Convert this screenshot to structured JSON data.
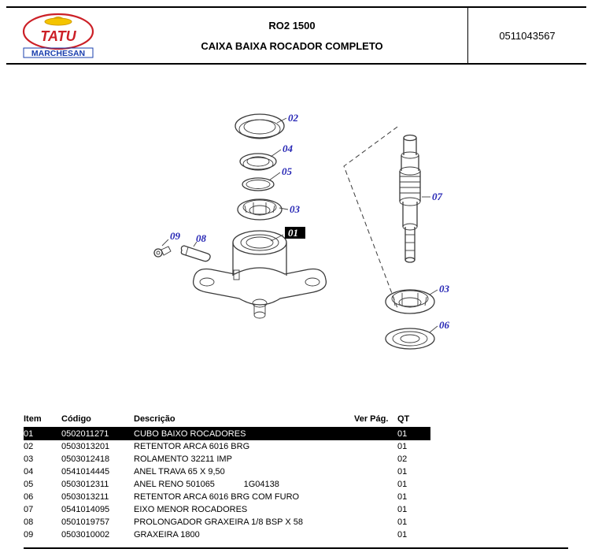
{
  "header": {
    "logo": {
      "brand": "TATU",
      "sub": "MARCHESAN"
    },
    "model": "RO2 1500",
    "title": "CAIXA BAIXA ROCADOR COMPLETO",
    "code": "0511043567"
  },
  "diagram": {
    "callouts": [
      {
        "id": "02"
      },
      {
        "id": "04"
      },
      {
        "id": "05"
      },
      {
        "id": "03"
      },
      {
        "id": "01"
      },
      {
        "id": "09"
      },
      {
        "id": "08"
      },
      {
        "id": "07"
      },
      {
        "id": "03"
      },
      {
        "id": "06"
      }
    ],
    "accent_color": "#2525b4",
    "highlight_bg": "#000000"
  },
  "table": {
    "headers": {
      "item": "Item",
      "codigo": "Código",
      "descricao": "Descrição",
      "ver_pag": "Ver Pág.",
      "qt": "QT"
    },
    "rows": [
      {
        "item": "01",
        "codigo": "0502011271",
        "descricao": "CUBO BAIXO ROCADORES",
        "ver_pag": "",
        "qt": "01"
      },
      {
        "item": "02",
        "codigo": "0503013201",
        "descricao": "RETENTOR ARCA 6016 BRG",
        "ver_pag": "",
        "qt": "01"
      },
      {
        "item": "03",
        "codigo": "0503012418",
        "descricao": "ROLAMENTO 32211 IMP",
        "ver_pag": "",
        "qt": "02"
      },
      {
        "item": "04",
        "codigo": "0541014445",
        "descricao": "ANEL TRAVA 65 X 9,50",
        "ver_pag": "",
        "qt": "01"
      },
      {
        "item": "05",
        "codigo": "0503012311",
        "descricao": "ANEL RENO 501065            1G04138",
        "ver_pag": "",
        "qt": "01"
      },
      {
        "item": "06",
        "codigo": "0503013211",
        "descricao": "RETENTOR ARCA 6016 BRG COM FURO",
        "ver_pag": "",
        "qt": "01"
      },
      {
        "item": "07",
        "codigo": "0541014095",
        "descricao": "EIXO MENOR ROCADORES",
        "ver_pag": "",
        "qt": "01"
      },
      {
        "item": "08",
        "codigo": "0501019757",
        "descricao": "PROLONGADOR GRAXEIRA 1/8 BSP X 58",
        "ver_pag": "",
        "qt": "01"
      },
      {
        "item": "09",
        "codigo": "0503010002",
        "descricao": "GRAXEIRA 1800",
        "ver_pag": "",
        "qt": "01"
      }
    ]
  }
}
